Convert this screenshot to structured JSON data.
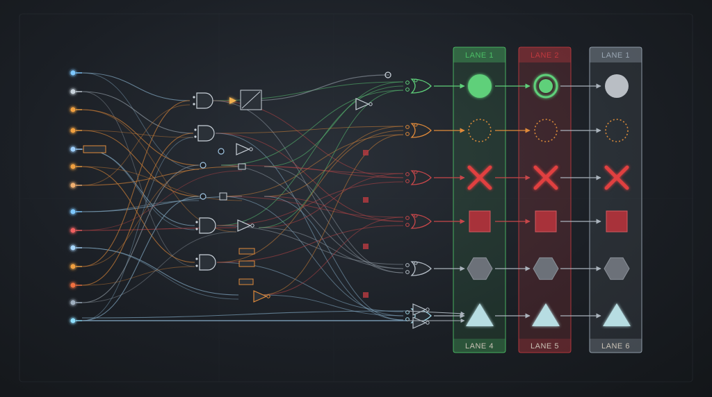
{
  "lanes": {
    "top_labels": [
      "LANE 1",
      "LANE 2",
      "LANE 1"
    ],
    "bottom_labels": [
      "LANE 4",
      "LANE 5",
      "LANE 6"
    ],
    "colors": [
      "#4cbf66",
      "#c0393f",
      "#9aa7b4"
    ]
  },
  "rows": [
    {
      "shape": "circle-filled",
      "color": "#5fd07a"
    },
    {
      "shape": "circle-dotted",
      "color": "#d98a3a"
    },
    {
      "shape": "x-mark",
      "color": "#e0403f"
    },
    {
      "shape": "square",
      "color": "#a8323a"
    },
    {
      "shape": "hexagon",
      "color": "#6c7179"
    },
    {
      "shape": "triangle",
      "color": "#b7dde2"
    }
  ],
  "input_nodes": [
    "#7ec8ff",
    "#c9d3dc",
    "#f0a040",
    "#f0a040",
    "#9fd0ff",
    "#f0a040",
    "#f0b070",
    "#7ec8ff",
    "#f06060",
    "#a8d8ff",
    "#f0a040",
    "#f07040",
    "#a0b0c0",
    "#8fe0ff"
  ],
  "wire_colors": {
    "blue": "#8fb9d6",
    "orange": "#e08a3a",
    "red": "#c8474a",
    "gray": "#9aa4ae",
    "green": "#5fd07a"
  }
}
